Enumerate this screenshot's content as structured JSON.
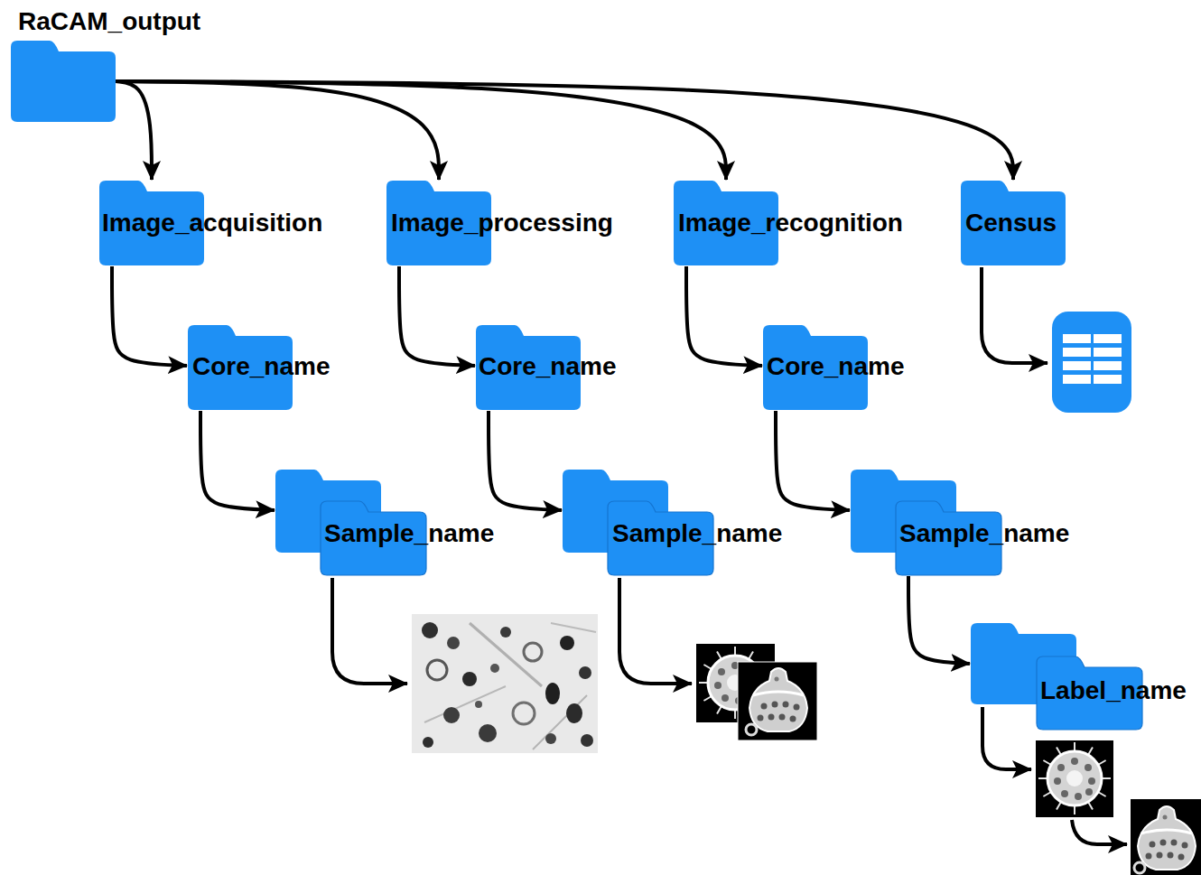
{
  "diagram": {
    "nodes": [
      {
        "text": [
          "RaCAM_output"
        ]
      },
      {
        "text": [
          "Image_acquisition"
        ]
      },
      {
        "text": [
          "Image_processing"
        ]
      },
      {
        "text": [
          "Image_recognition"
        ]
      },
      {
        "text": [
          "Census"
        ]
      },
      {
        "text": [
          "Core_name"
        ]
      },
      {
        "text": [
          "Core_name"
        ]
      },
      {
        "text": [
          "Core_name"
        ]
      },
      {
        "text": [
          "Sample_name"
        ]
      },
      {
        "text": [
          "Sample_name"
        ]
      },
      {
        "text": [
          "Sample_name"
        ]
      },
      {
        "text": [
          "Label_name"
        ]
      }
    ],
    "edges": [
      {
        "from": 0,
        "to": 1,
        "arrow": "to"
      },
      {
        "from": 0,
        "to": 2,
        "arrow": "to"
      },
      {
        "from": 0,
        "to": 3,
        "arrow": "to"
      },
      {
        "from": 0,
        "to": 4,
        "arrow": "to"
      },
      {
        "from": 1,
        "to": 5,
        "arrow": "to"
      },
      {
        "from": 2,
        "to": 6,
        "arrow": "to"
      },
      {
        "from": 3,
        "to": 7,
        "arrow": "to"
      },
      {
        "from": 5,
        "to": 8,
        "arrow": "to"
      },
      {
        "from": 6,
        "to": 9,
        "arrow": "to"
      },
      {
        "from": 7,
        "to": 10,
        "arrow": "to"
      },
      {
        "from": 10,
        "to": 11,
        "arrow": "to"
      }
    ]
  }
}
